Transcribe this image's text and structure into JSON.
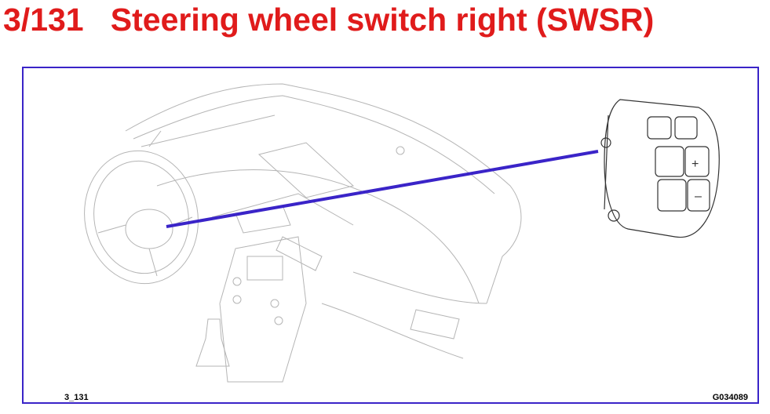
{
  "title": "3/131   Steering wheel switch right (SWSR)",
  "figure": {
    "code_left": "3_131",
    "code_right": "G034089"
  },
  "colors": {
    "title": "#e01b1b",
    "frame": "#3a24c8",
    "pointer": "#3a24c8",
    "line_art": "#b0b0b0",
    "detail": "#333333"
  }
}
